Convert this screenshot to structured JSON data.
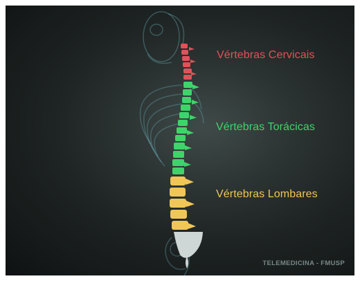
{
  "labels": {
    "cervical": "Vértebras Cervicais",
    "thoracic": "Vértebras Torácicas",
    "lumbar": "Vértebras Lombares"
  },
  "credit": "TELEMEDICINA - FMUSP",
  "colors": {
    "cervical": "#e0525a",
    "thoracic": "#3fd46a",
    "lumbar": "#f0c656",
    "sacrum": "#cfd6d6",
    "ghost_bone": "#6fb7c4"
  }
}
